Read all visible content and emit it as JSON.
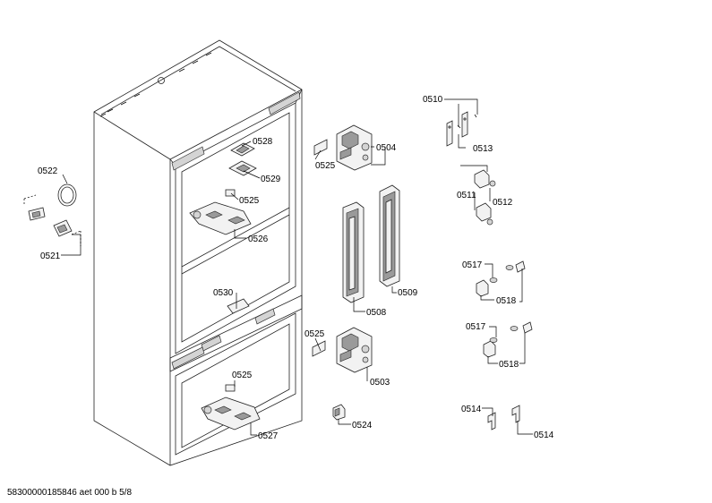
{
  "labels": {
    "l0528": "0528",
    "l0529": "0529",
    "l0525a": "0525",
    "l0526": "0526",
    "l0530": "0530",
    "l0527": "0527",
    "l0525b": "0525",
    "l0522": "0522",
    "l0521": "0521",
    "l0525c": "0525",
    "l0504": "0504",
    "l0508": "0508",
    "l0509": "0509",
    "l0525d": "0525",
    "l0503": "0503",
    "l0524": "0524",
    "l0510": "0510",
    "l0513": "0513",
    "l0511": "0511",
    "l0512": "0512",
    "l0517a": "0517",
    "l0518a": "0518",
    "l0517b": "0517",
    "l0518b": "0518",
    "l0514a": "0514",
    "l0514b": "0514"
  },
  "footer": "58300000185846 aet 000 b 5/8"
}
